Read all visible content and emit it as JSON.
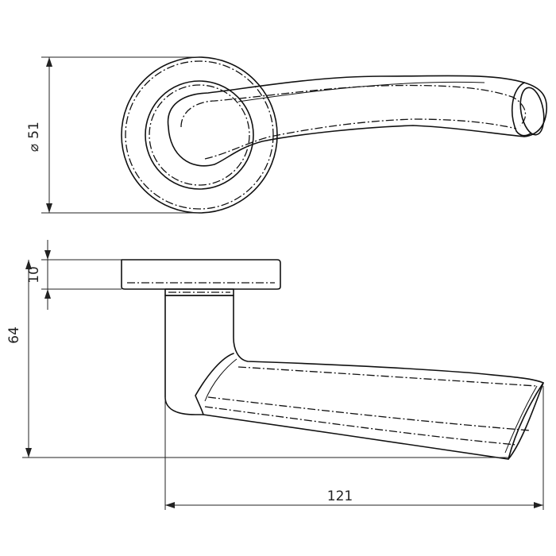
{
  "dimensions": {
    "diameter": {
      "symbol": "⌀",
      "value": "51"
    },
    "height": {
      "value": "64"
    },
    "rose_thickness": {
      "value": "10"
    },
    "length": {
      "value": "121"
    }
  }
}
